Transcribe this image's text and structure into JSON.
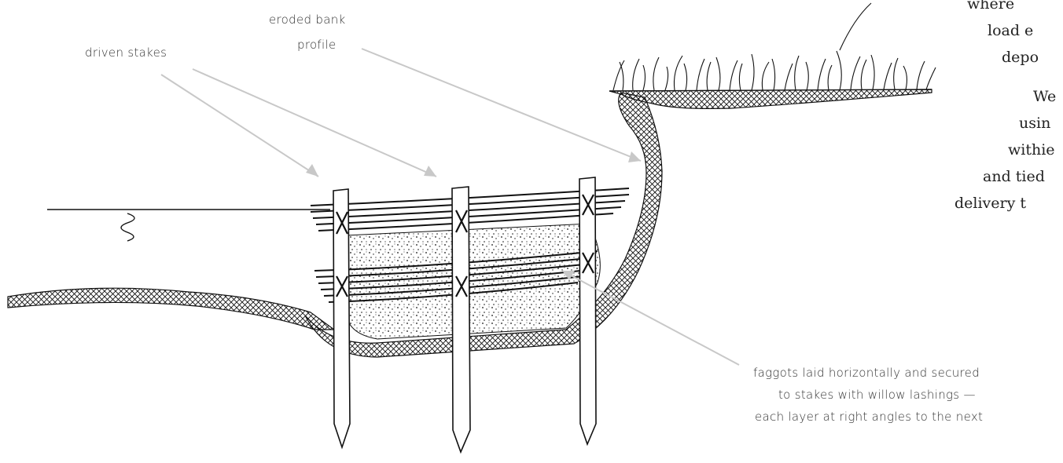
{
  "labels": {
    "stakes": "driven stakes",
    "bank_line1": "eroded bank",
    "bank_line2": "profile",
    "faggots_line1": "faggots laid horizontally and secured",
    "faggots_line2": "to stakes with willow lashings —",
    "faggots_line3": "each layer at right angles to the next"
  },
  "side_text": {
    "line1": "where",
    "line2": "load e",
    "line3": "depo",
    "line4": "We",
    "line5": "usin",
    "line6": "withie",
    "line7": "and tied",
    "line8": "delivery t"
  },
  "colors": {
    "ink": "#111111",
    "leader": "#c8c8c8"
  }
}
